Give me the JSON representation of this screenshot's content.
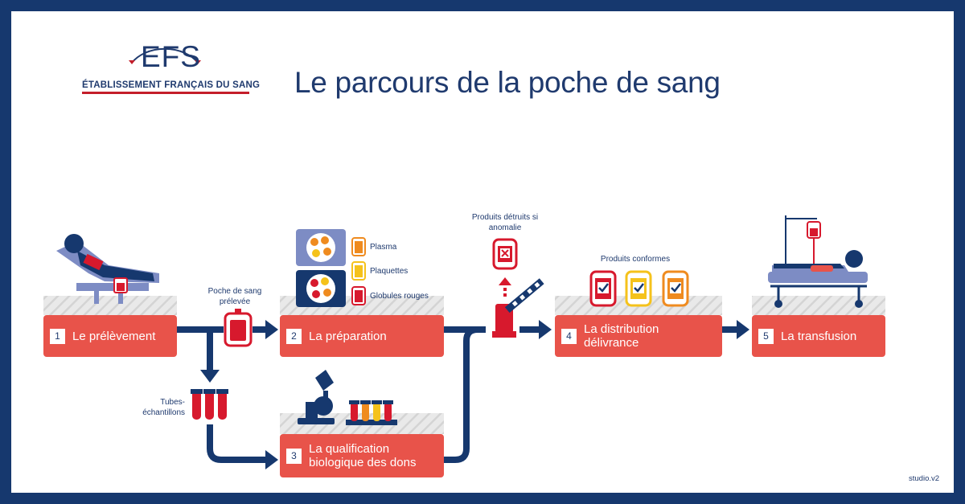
{
  "title": "Le parcours de la poche de sang",
  "logo": {
    "text": "EFS",
    "subtitle": "ÉTABLISSEMENT FRANÇAIS DU SANG"
  },
  "steps": [
    {
      "number": "1",
      "label": "Le prélèvement"
    },
    {
      "number": "2",
      "label": "La préparation"
    },
    {
      "number": "3",
      "label": "La qualification biologique des dons"
    },
    {
      "number": "4",
      "label": "La distribution délivrance"
    },
    {
      "number": "5",
      "label": "La transfusion"
    }
  ],
  "annotations": {
    "poche": "Poche de sang prélevée",
    "tubes": "Tubes-échantillons",
    "detruits": "Produits détruits si anomalie",
    "conformes": "Produits conformes"
  },
  "legend": [
    {
      "label": "Plasma",
      "color": "#ef8b1f"
    },
    {
      "label": "Plaquettes",
      "color": "#f5c21b"
    },
    {
      "label": "Globules rouges",
      "color": "#d7192d"
    }
  ],
  "credit": "studio.v2",
  "colors": {
    "navy": "#16386e",
    "step": "#e8534a",
    "red": "#d7192d",
    "lavender": "#7d8cc4"
  }
}
